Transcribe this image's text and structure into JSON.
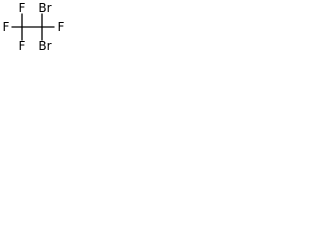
{
  "molecule": {
    "atoms": {
      "f_top_left": "F",
      "f_left": "F",
      "f_bottom_left": "F",
      "br_top": "Br",
      "f_right": "F",
      "br_bottom": "Br"
    }
  }
}
